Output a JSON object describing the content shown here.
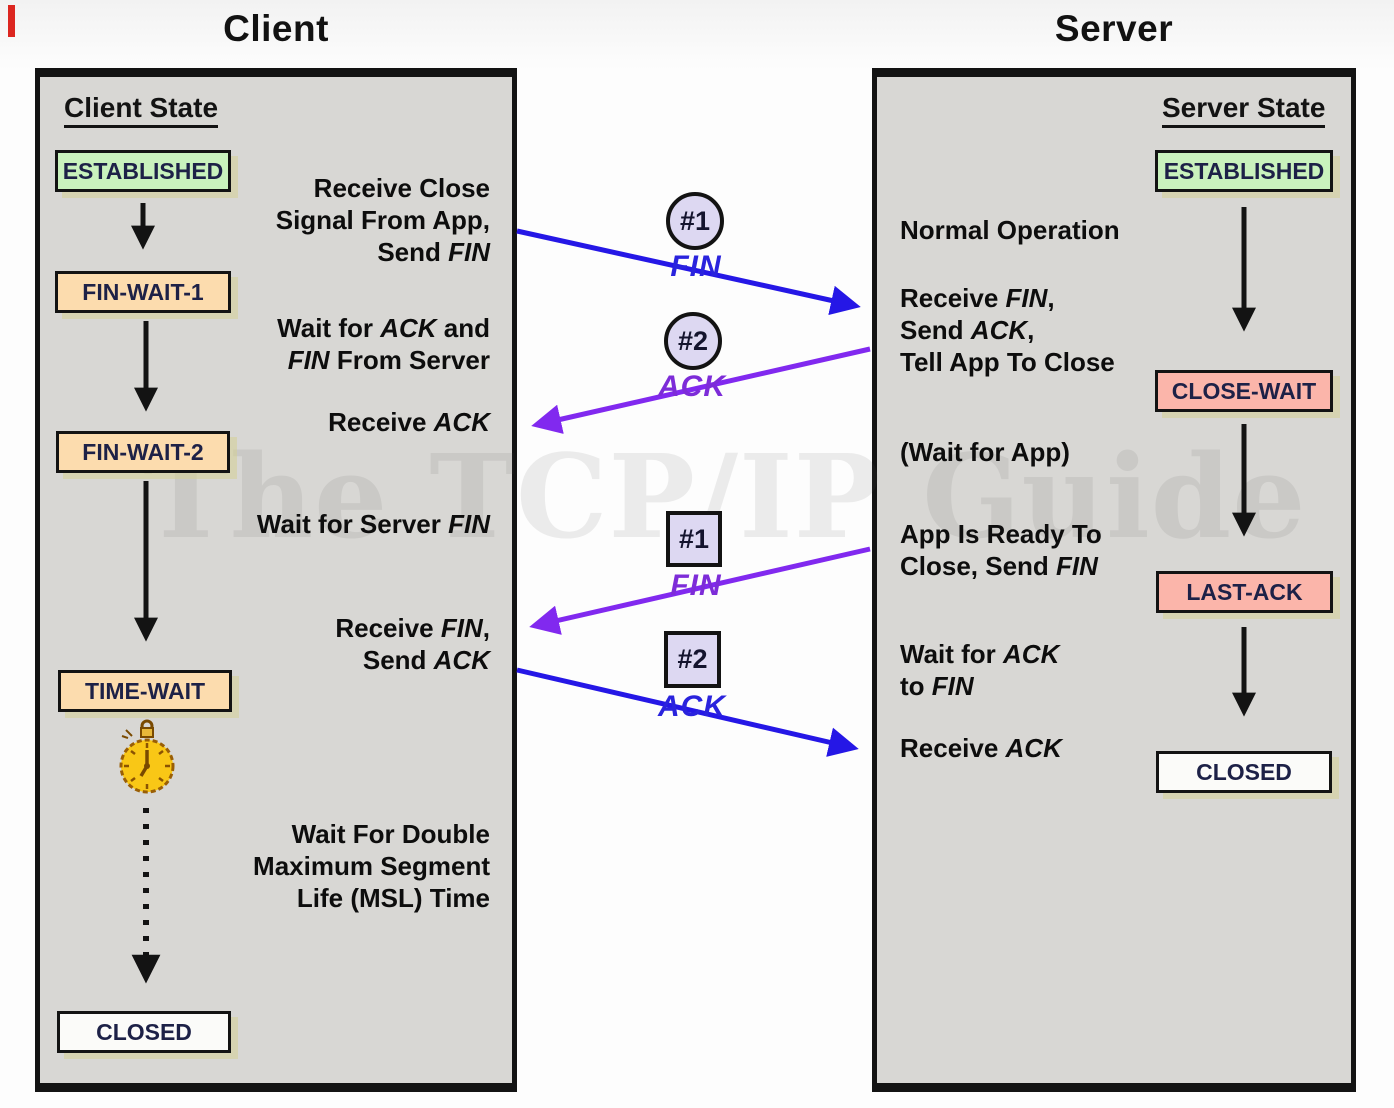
{
  "titles": {
    "client": "Client",
    "server": "Server"
  },
  "watermark": "The TCP/IP Guide",
  "client_panel": {
    "heading": "Client State",
    "states": [
      {
        "label": "ESTABLISHED",
        "fill": "#c9f2bd"
      },
      {
        "label": "FIN-WAIT-1",
        "fill": "#fcdcae"
      },
      {
        "label": "FIN-WAIT-2",
        "fill": "#fcdcae"
      },
      {
        "label": "TIME-WAIT",
        "fill": "#fcdcae"
      },
      {
        "label": "CLOSED",
        "fill": "#fbfbf9"
      }
    ],
    "annotations": [
      "Receive Close\nSignal From App,\nSend *FIN*",
      "Wait for *ACK* and\n*FIN* From Server",
      "Receive *ACK*",
      "Wait for Server *FIN*",
      "Receive *FIN*,\nSend *ACK*",
      "Wait For Double\nMaximum Segment\nLife (MSL) Time"
    ]
  },
  "server_panel": {
    "heading": "Server State",
    "states": [
      {
        "label": "ESTABLISHED",
        "fill": "#c9f2bd"
      },
      {
        "label": "CLOSE-WAIT",
        "fill": "#fbb5aa"
      },
      {
        "label": "LAST-ACK",
        "fill": "#fbb5aa"
      },
      {
        "label": "CLOSED",
        "fill": "#fbfbf9"
      }
    ],
    "annotations": [
      "Normal Operation",
      "Receive *FIN*,\nSend *ACK*,\nTell App To Close",
      "(Wait for App)",
      "App Is Ready To\nClose, Send *FIN*",
      "Wait for *ACK*\nto *FIN*",
      "Receive *ACK*"
    ]
  },
  "messages": [
    {
      "num": "#1",
      "label": "FIN",
      "color": "#2a23dd",
      "direction": "client-to-server",
      "shape": "circle"
    },
    {
      "num": "#2",
      "label": "ACK",
      "color": "#7d2cd8",
      "direction": "server-to-client",
      "shape": "circle"
    },
    {
      "num": "#1",
      "label": "FIN",
      "color": "#7d2cd8",
      "direction": "server-to-client",
      "shape": "square"
    },
    {
      "num": "#2",
      "label": "ACK",
      "color": "#2a23dd",
      "direction": "client-to-server",
      "shape": "square"
    }
  ],
  "colors": {
    "arrow_blue": "#2517e6",
    "arrow_purple": "#8129ef",
    "panel_fill": "#d8d7d4",
    "state_established": "#c9f2bd",
    "state_wait_peach": "#fcdcae",
    "state_wait_salmon": "#fbb5aa",
    "state_closed": "#fbfbf9",
    "badge_fill": "#ddd8f2"
  }
}
